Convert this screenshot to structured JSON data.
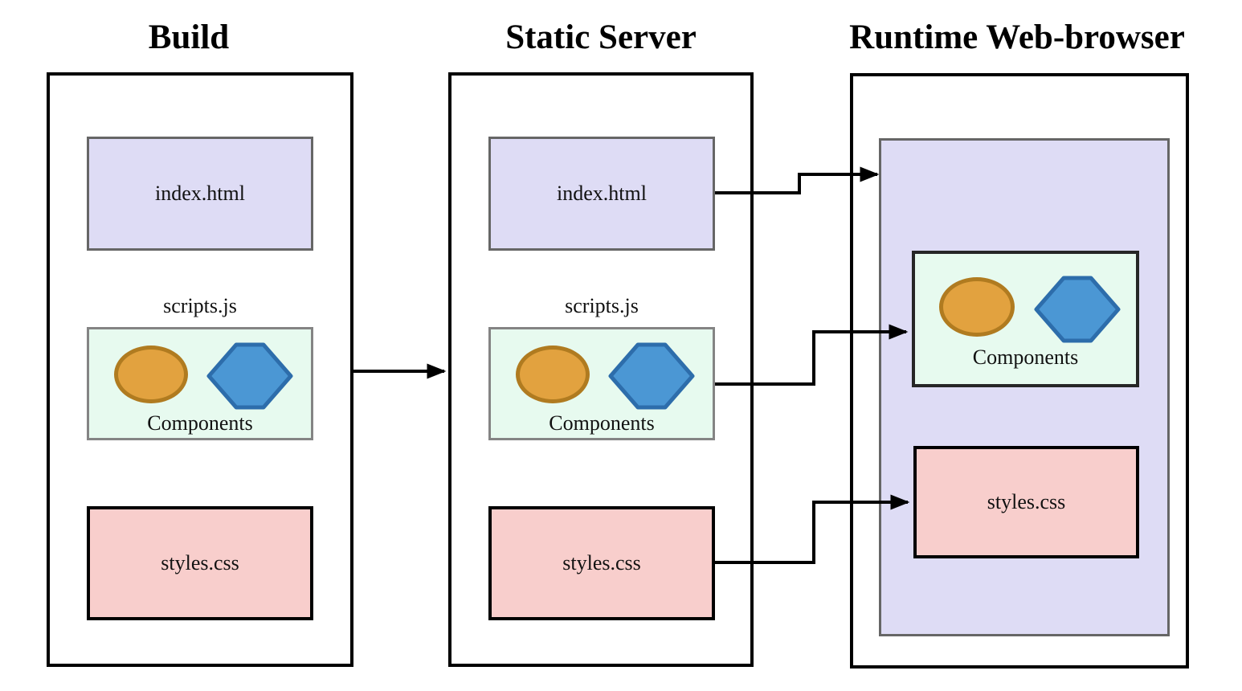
{
  "colors": {
    "lavender": "#dedcf5",
    "mint": "#e7faef",
    "pink": "#f8cecc",
    "orange-fill": "#e2a23f",
    "orange-stroke": "#b07b20",
    "blue-fill": "#4b97d4",
    "blue-stroke": "#2d6dab",
    "gray-border": "#666666",
    "gray-border-light": "#848484",
    "dark-border": "#262626"
  },
  "columns": {
    "build": {
      "title": "Build",
      "index_label": "index.html",
      "scripts_label": "scripts.js",
      "components_label": "Components",
      "styles_label": "styles.css"
    },
    "server": {
      "title": "Static Server",
      "index_label": "index.html",
      "scripts_label": "scripts.js",
      "components_label": "Components",
      "styles_label": "styles.css"
    },
    "runtime": {
      "title": "Runtime Web-browser",
      "components_label": "Components",
      "styles_label": "styles.css"
    }
  }
}
